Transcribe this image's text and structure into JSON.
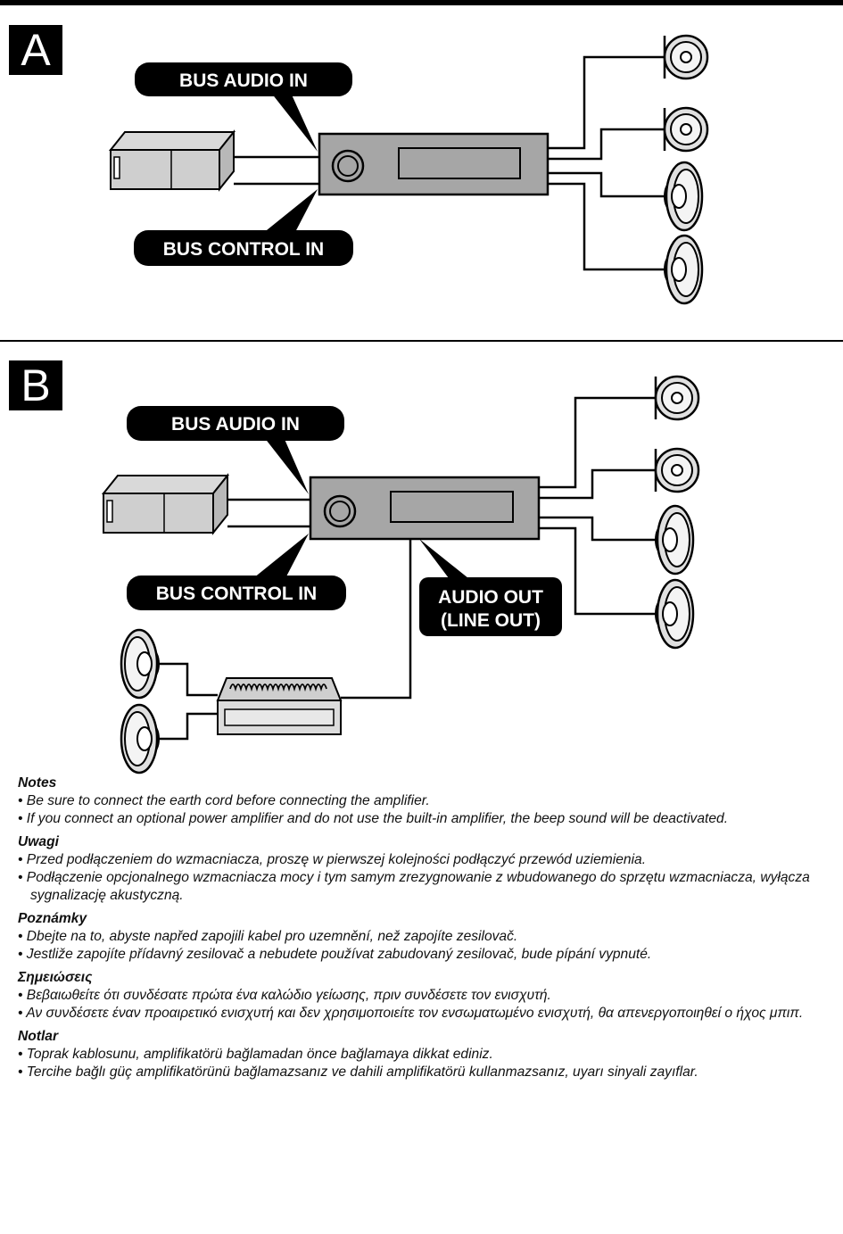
{
  "section_a": {
    "label": "A",
    "bus_audio_in": "BUS AUDIO IN",
    "bus_control_in": "BUS CONTROL IN"
  },
  "section_b": {
    "label": "B",
    "bus_audio_in": "BUS AUDIO IN",
    "bus_control_in": "BUS CONTROL IN",
    "audio_out_line1": "AUDIO OUT",
    "audio_out_line2": "(LINE OUT)"
  },
  "notes": [
    {
      "heading": "Notes",
      "items": [
        "Be sure to connect the earth cord before connecting the amplifier.",
        "If you connect an optional power amplifier and do not use the built-in amplifier, the beep sound will be deactivated."
      ]
    },
    {
      "heading": "Uwagi",
      "items": [
        "Przed podłączeniem do wzmacniacza, proszę w pierwszej kolejności podłączyć przewód uziemienia.",
        "Podłączenie opcjonalnego wzmacniacza mocy i tym samym zrezygnowanie z wbudowanego do sprzętu wzmacniacza, wyłącza sygnalizację akustyczną."
      ]
    },
    {
      "heading": "Poznámky",
      "items": [
        "Dbejte na to, abyste napřed zapojili kabel pro uzemnění, než zapojíte zesilovač.",
        "Jestliže zapojíte přídavný zesilovač a nebudete používat zabudovaný zesilovač, bude pípání vypnuté."
      ]
    },
    {
      "heading": "Σημειώσεις",
      "items": [
        "Βεβαιωθείτε ότι συνδέσατε πρώτα ένα καλώδιο γείωσης, πριν συνδέσετε τον ενισχυτή.",
        "Αν συνδέσετε έναν προαιρετικό ενισχυτή και δεν χρησιμοποιείτε τον ενσωματωμένο ενισχυτή, θα απενεργοποιηθεί ο ήχος μπιπ."
      ]
    },
    {
      "heading": "Notlar",
      "items": [
        "Toprak kablosunu, amplifikatörü bağlamadan önce bağlamaya dikkat ediniz.",
        "Tercihe bağlı güç amplifikatörünü bağlamazsanız ve dahili amplifikatörü kullanmazsanız, uyarı sinyali zayıflar."
      ]
    }
  ]
}
